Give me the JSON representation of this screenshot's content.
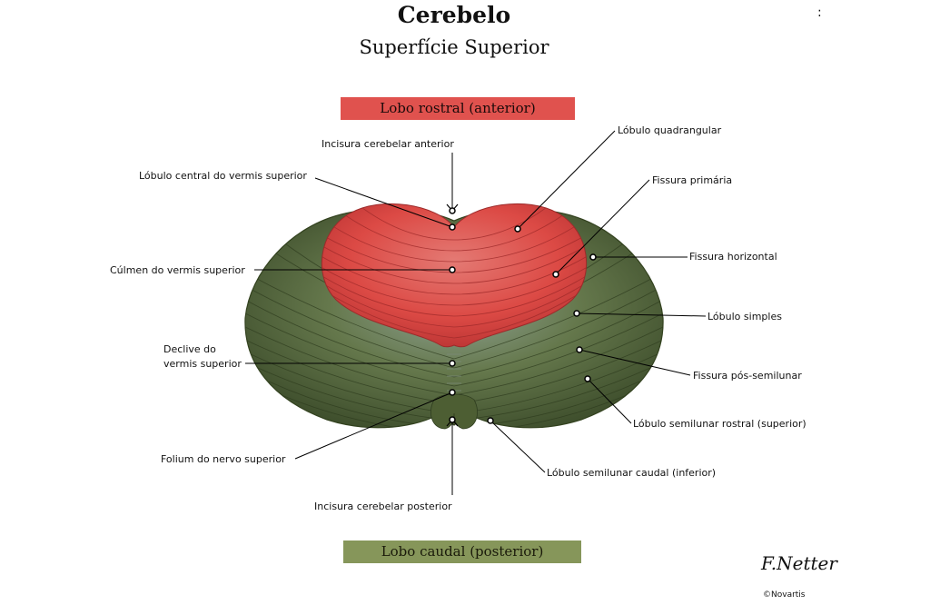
{
  "title": "Cerebelo",
  "subtitle": "Superfície Superior",
  "bands": {
    "rostral": "Lobo rostral (anterior)",
    "caudal": "Lobo caudal (posterior)"
  },
  "labels": {
    "incisura_anterior": "Incisura cerebelar anterior",
    "lobulo_central": "Lóbulo central do vermis superior",
    "culmen": "Cúlmen do vermis superior",
    "declive_1": "Declive do",
    "declive_2": "vermis superior",
    "folium": "Folium do nervo superior",
    "incisura_posterior": "Incisura cerebelar posterior",
    "lobulo_quadrangular": "Lóbulo quadrangular",
    "fissura_primaria": "Fissura primária",
    "fissura_horizontal": "Fissura horizontal",
    "lobulo_simples": "Lóbulo simples",
    "fissura_pos": "Fissura pós-semilunar",
    "semilunar_rostral": "Lóbulo semilunar rostral (superior)",
    "semilunar_caudal": "Lóbulo semilunar caudal (inferior)"
  },
  "signature": "F.Netter",
  "copyright": "©Novartis",
  "colors": {
    "anterior": "#e0524e",
    "posterior": "#586a3a"
  }
}
